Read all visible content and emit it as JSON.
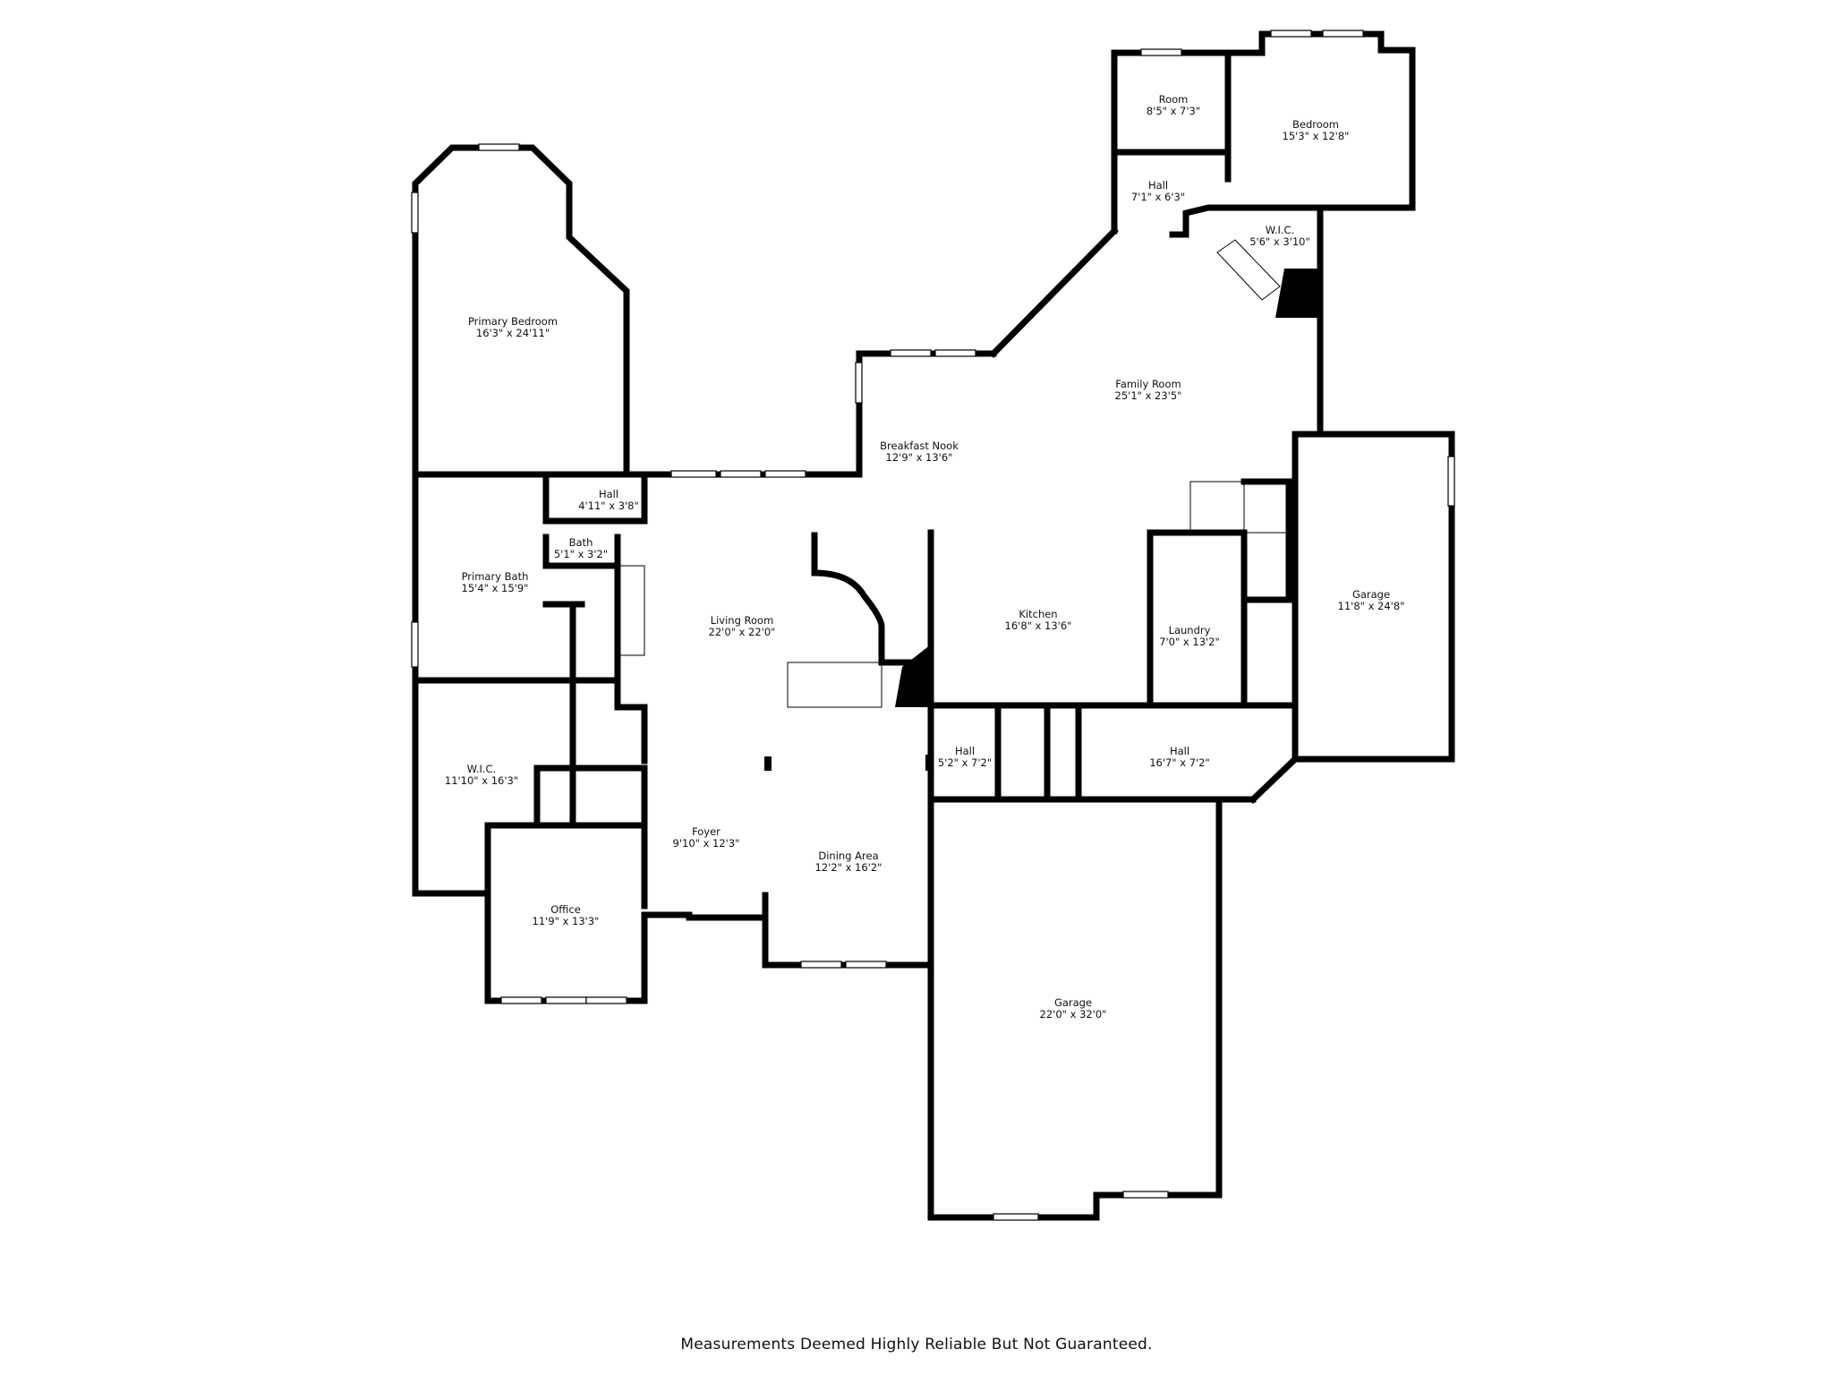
{
  "disclaimer": "Measurements Deemed Highly Reliable But Not Guaranteed.",
  "rooms": [
    {
      "id": "primary-bedroom",
      "name": "Primary Bedroom",
      "dims": "16'3\" x 24'11\""
    },
    {
      "id": "hall-1",
      "name": "Hall",
      "dims": "4'11\" x 3'8\""
    },
    {
      "id": "bath",
      "name": "Bath",
      "dims": "5'1\" x 3'2\""
    },
    {
      "id": "primary-bath",
      "name": "Primary Bath",
      "dims": "15'4\" x 15'9\""
    },
    {
      "id": "wic-1",
      "name": "W.I.C.",
      "dims": "11'10\" x 16'3\""
    },
    {
      "id": "office",
      "name": "Office",
      "dims": "11'9\" x 13'3\""
    },
    {
      "id": "living-room",
      "name": "Living Room",
      "dims": "22'0\" x 22'0\""
    },
    {
      "id": "foyer",
      "name": "Foyer",
      "dims": "9'10\" x 12'3\""
    },
    {
      "id": "dining-area",
      "name": "Dining Area",
      "dims": "12'2\" x 16'2\""
    },
    {
      "id": "breakfast-nook",
      "name": "Breakfast Nook",
      "dims": "12'9\" x 13'6\""
    },
    {
      "id": "kitchen",
      "name": "Kitchen",
      "dims": "16'8\" x 13'6\""
    },
    {
      "id": "family-room",
      "name": "Family Room",
      "dims": "25'1\" x 23'5\""
    },
    {
      "id": "room",
      "name": "Room",
      "dims": "8'5\" x 7'3\""
    },
    {
      "id": "bedroom",
      "name": "Bedroom",
      "dims": "15'3\" x 12'8\""
    },
    {
      "id": "hall-2",
      "name": "Hall",
      "dims": "7'1\" x 6'3\""
    },
    {
      "id": "wic-2",
      "name": "W.I.C.",
      "dims": "5'6\" x 3'10\""
    },
    {
      "id": "laundry",
      "name": "Laundry",
      "dims": "7'0\" x 13'2\""
    },
    {
      "id": "garage-small",
      "name": "Garage",
      "dims": "11'8\" x 24'8\""
    },
    {
      "id": "hall-3",
      "name": "Hall",
      "dims": "5'2\" x 7'2\""
    },
    {
      "id": "hall-4",
      "name": "Hall",
      "dims": "16'7\" x 7'2\""
    },
    {
      "id": "garage-large",
      "name": "Garage",
      "dims": "22'0\" x 32'0\""
    }
  ]
}
